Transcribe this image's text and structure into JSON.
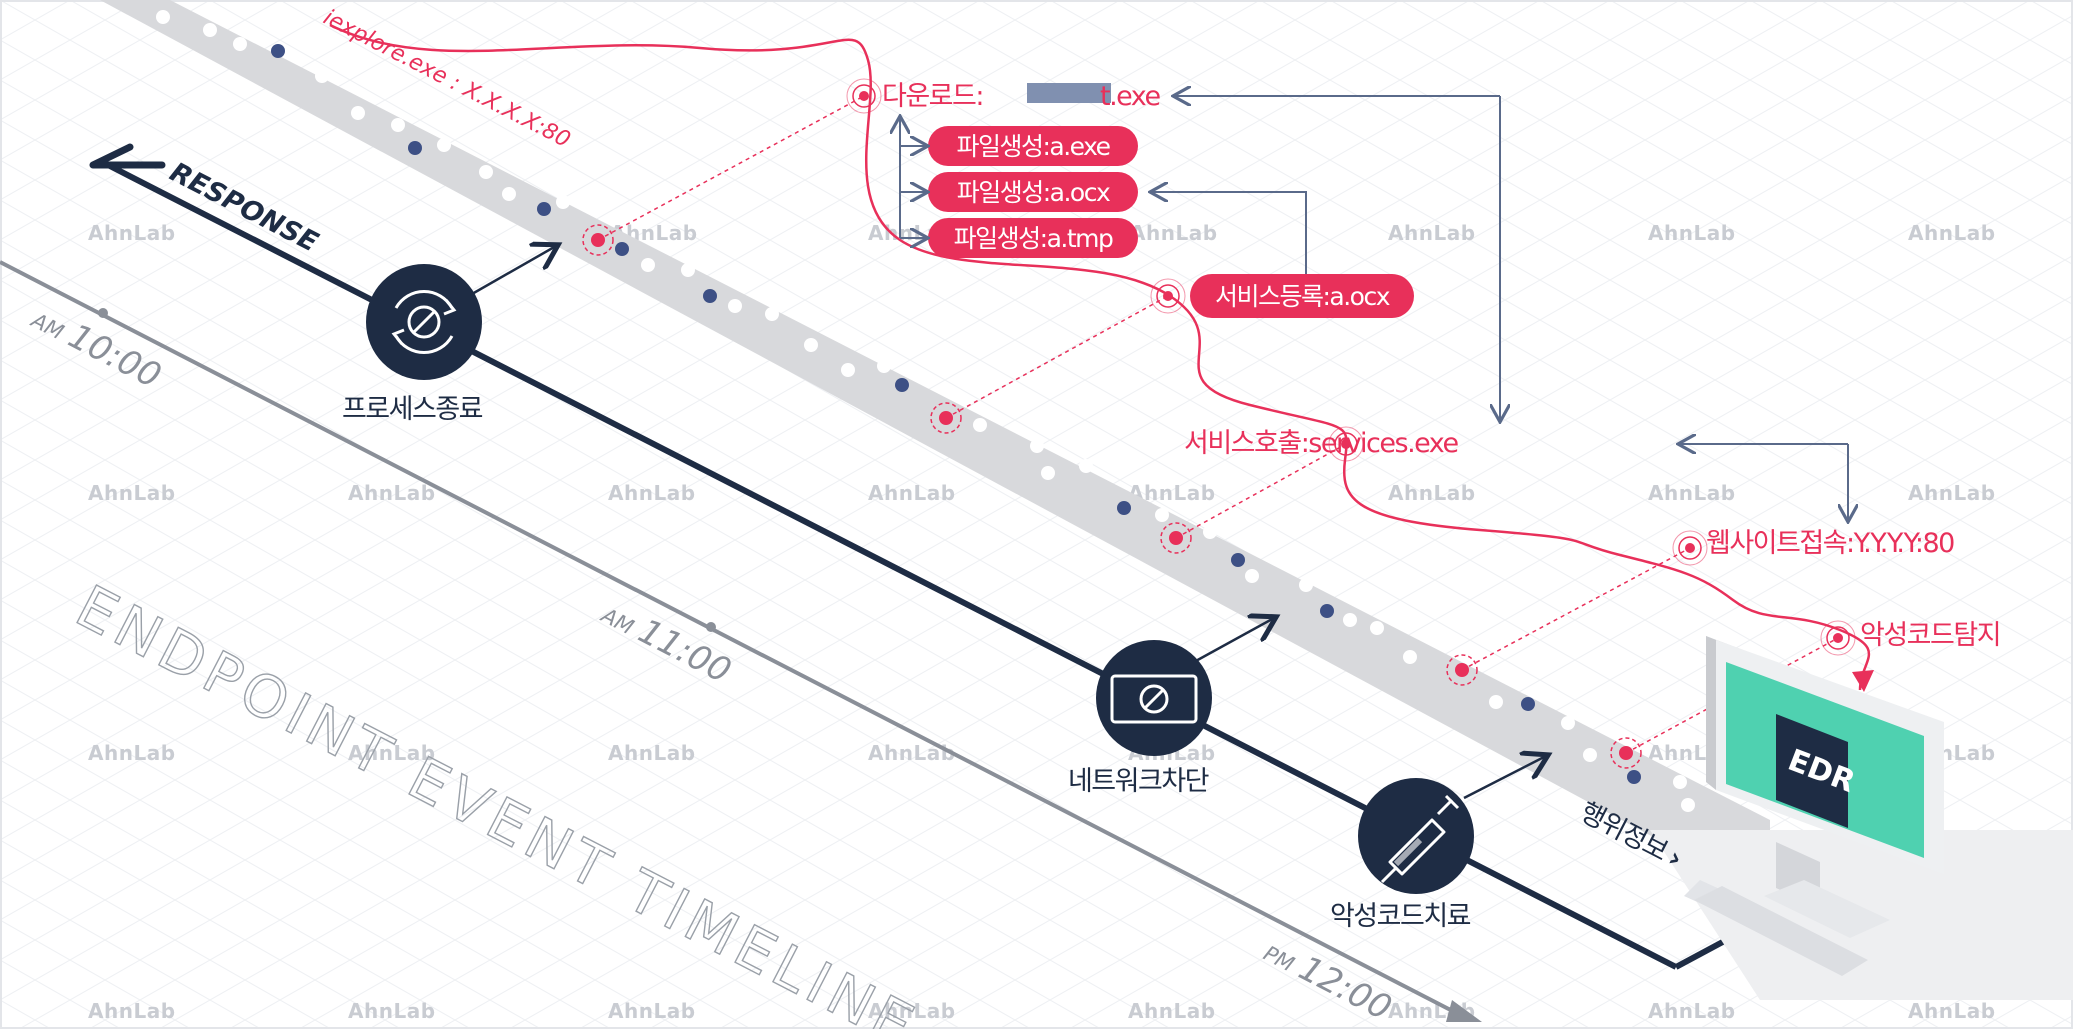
{
  "title": "ENDPOINT EVENT TIMELINE",
  "response_label": "RESPONSE",
  "behavior_label": "행위정보",
  "watermark": "AhnLab",
  "process_label": "iexplore.exe :  X.X.X.X:80",
  "times": [
    {
      "period": "AM",
      "clock": "10:00"
    },
    {
      "period": "AM",
      "clock": "11:00"
    },
    {
      "period": "PM",
      "clock": "12:00"
    }
  ],
  "events": {
    "download": "다운로드:",
    "download_file": "t.exe",
    "file1": "파일생성:a.exe",
    "file2": "파일생성:a.ocx",
    "file3": "파일생성:a.tmp",
    "service_reg": "서비스등록:a.ocx",
    "service_call": "서비스호출:services.exe",
    "website": "웹사이트접속:Y.Y.Y.Y:80",
    "malware_detect": "악성코드탐지"
  },
  "actions": {
    "process_kill": "프로세스종료",
    "network_block": "네트워크차단",
    "malware_cure": "악성코드치료"
  },
  "monitor_label": "EDR",
  "colors": {
    "accent": "#e8305a",
    "navy": "#1e2c44",
    "mint": "#4fd1b0",
    "connector": "#5a6a8a"
  }
}
